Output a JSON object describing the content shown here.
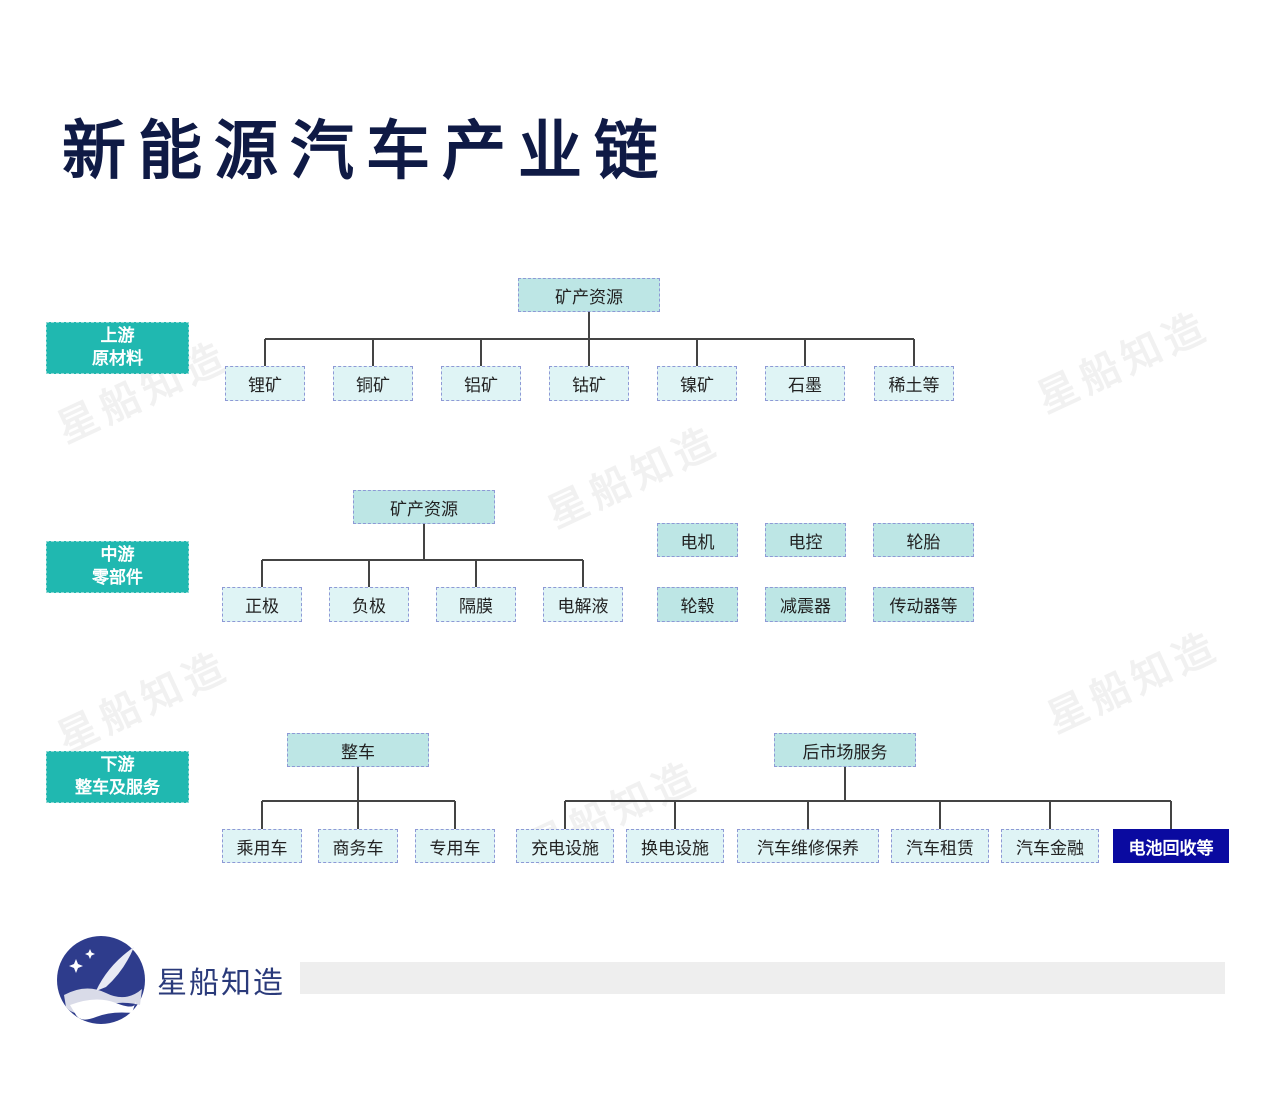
{
  "title": "新能源汽车产业链",
  "stages": {
    "upstream": {
      "line1": "上游",
      "line2": "原材料"
    },
    "midstream": {
      "line1": "中游",
      "line2": "零部件"
    },
    "downstream": {
      "line1": "下游",
      "line2": "整车及服务"
    }
  },
  "upstream": {
    "root": "矿产资源",
    "children": [
      "锂矿",
      "铜矿",
      "铝矿",
      "钴矿",
      "镍矿",
      "石墨",
      "稀土等"
    ]
  },
  "midstream": {
    "root": "矿产资源",
    "children": [
      "正极",
      "负极",
      "隔膜",
      "电解液"
    ],
    "others": [
      "电机",
      "电控",
      "轮胎",
      "轮毂",
      "减震器",
      "传动器等"
    ]
  },
  "downstream": {
    "vehicle": {
      "root": "整车",
      "children": [
        "乘用车",
        "商务车",
        "专用车"
      ]
    },
    "aftermarket": {
      "root": "后市场服务",
      "children": [
        "充电设施",
        "换电设施",
        "汽车维修保养",
        "汽车租赁",
        "汽车金融",
        "电池回收等"
      ]
    }
  },
  "watermark": "星船知造",
  "brand": "星船知造",
  "colors": {
    "title": "#0f1a45",
    "stage": "#20b8b0",
    "highlight": "#0a0aa0",
    "node_light": "#dff4f5",
    "node_mid": "#bde6e5"
  },
  "icons": {
    "logo": "ship-quill-logo"
  }
}
